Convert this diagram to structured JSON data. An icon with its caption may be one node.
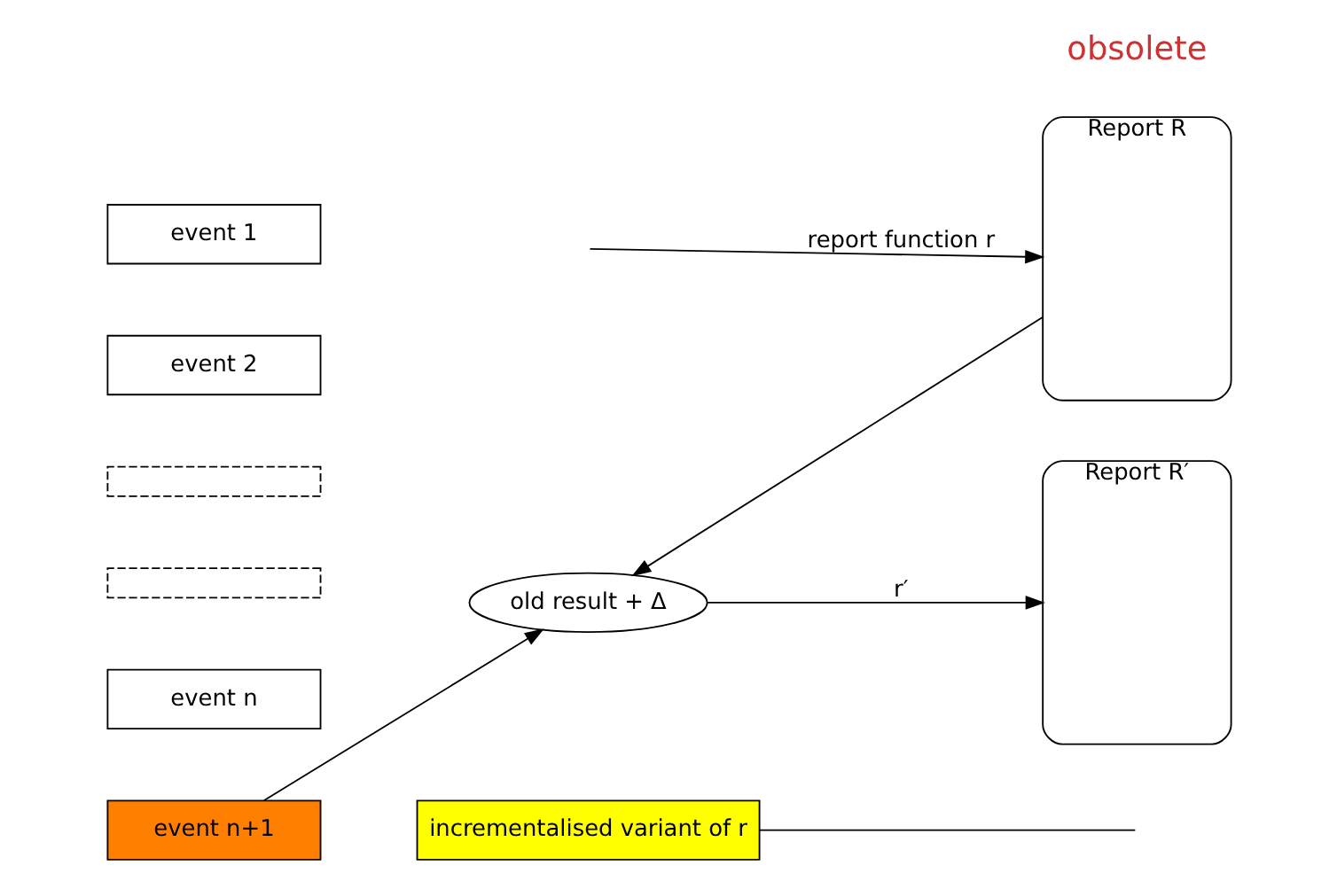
{
  "diagram": {
    "nodes": [
      {
        "text": [
          "event 1"
        ]
      },
      {
        "text": [
          "event 2"
        ]
      },
      {
        "text": [],
        "shape": "box"
      },
      {
        "text": [],
        "shape": "box"
      },
      {
        "text": [
          "event n"
        ]
      },
      {
        "text": [
          "event n+1"
        ]
      },
      {
        "text": [
          "old result + Δ"
        ]
      },
      {
        "text": [
          "Report R"
        ]
      },
      {
        "text": [
          "Report R′"
        ]
      },
      {
        "text": [
          "incrementalised variant of r"
        ]
      }
    ],
    "edges": [
      {
        "from": null,
        "to": 7,
        "arrow": "to",
        "label": "report function r"
      },
      {
        "from": 5,
        "to": 6,
        "arrow": "to"
      },
      {
        "from": 7,
        "to": 6,
        "arrow": "to"
      },
      {
        "from": 6,
        "to": 8,
        "arrow": "to",
        "label": "r′"
      },
      {
        "from": 9,
        "to": null,
        "arrow": "none"
      }
    ],
    "labels": [
      "obsolete"
    ]
  }
}
